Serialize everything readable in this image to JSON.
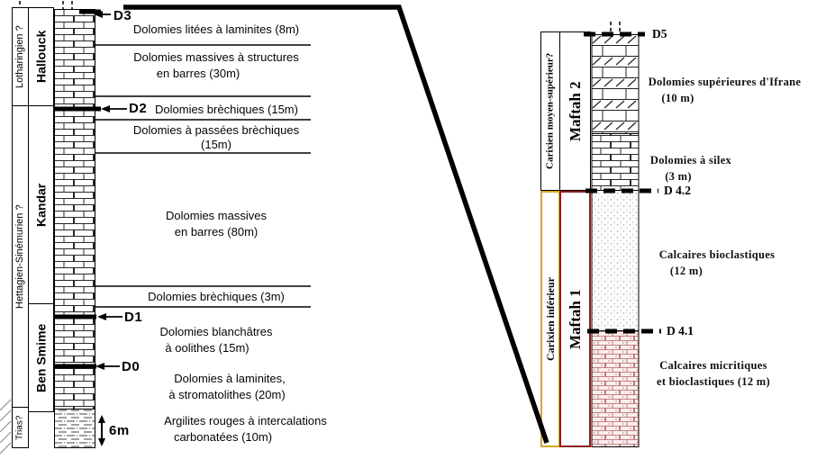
{
  "left": {
    "stages": [
      "Lotharingien ?",
      "Hettagien-Sinémurien ?",
      "Trias?"
    ],
    "formations": [
      "Hallouck",
      "Kandar",
      "Ben Smime"
    ],
    "markers": [
      "D3",
      "D2",
      "D1",
      "D0"
    ],
    "scale_label": "6m",
    "units": [
      [
        "Dolomies litées à laminites (8m)"
      ],
      [
        "Dolomies massives à structures",
        "en barres (30m)"
      ],
      [
        "Dolomies brèchiques (15m)"
      ],
      [
        "Dolomies à passées brèchiques",
        "(15m)"
      ],
      [
        "Dolomies massives",
        "en barres (80m)"
      ],
      [
        "Dolomies brèchiques (3m)"
      ],
      [
        "Dolomies blanchâtres",
        "à oolithes (15m)"
      ],
      [
        "Dolomies à laminites,",
        "à stromatolithes (20m)"
      ],
      [
        "Argilites rouges à intercalations",
        "carbonatées (10m)"
      ]
    ]
  },
  "right": {
    "stages": [
      "Carixien moyen-supérieur?",
      "Carixien inférieur"
    ],
    "formations": [
      "Maftah 2",
      "Maftah 1"
    ],
    "markers": [
      "D5",
      "D 4.2",
      "D 4.1"
    ],
    "units": [
      [
        "Dolomies  supérieures  d'Ifrane",
        "(10 m)"
      ],
      [
        "Dolomies  à  silex",
        "(3 m)"
      ],
      [
        "Calcaires bioclastiques",
        "(12 m)"
      ],
      [
        "Calcaires micritiques",
        "et bioclastiques  (12 m)"
      ]
    ]
  },
  "colors": {
    "maftah1_border": "#8b1f1f",
    "carixien_inferieur_border": "#dba429",
    "micritic_fill": "#fbeeee",
    "micritic_line": "#b06060",
    "line_color": "#000000"
  }
}
